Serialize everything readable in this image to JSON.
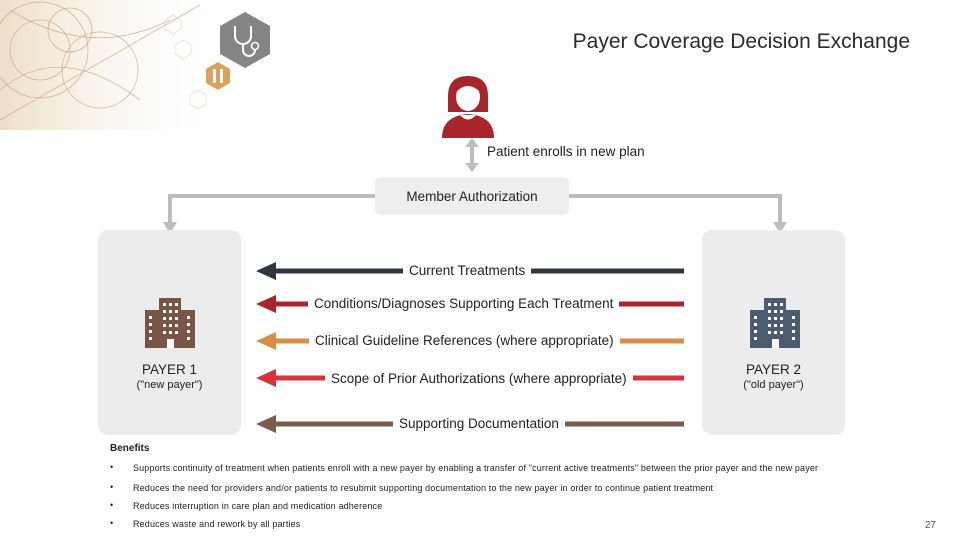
{
  "title": "Payer Coverage Decision Exchange",
  "patient": {
    "enroll_label": "Patient enrolls in new plan"
  },
  "authorization": {
    "label": "Member Authorization"
  },
  "payer1": {
    "name": "PAYER 1",
    "subtitle": "(\"new payer\")"
  },
  "payer2": {
    "name": "PAYER 2",
    "subtitle": "(\"old payer\")"
  },
  "flows": [
    {
      "label": "Current Treatments",
      "color": "#2e3740"
    },
    {
      "label": "Conditions/Diagnoses Supporting Each Treatment",
      "color": "#a8252c"
    },
    {
      "label": "Clinical Guideline References (where appropriate)",
      "color": "#d98e48"
    },
    {
      "label": "Scope of Prior Authorizations (where appropriate)",
      "color": "#d8323a"
    },
    {
      "label": "Supporting Documentation",
      "color": "#7a5c4e"
    }
  ],
  "benefits": {
    "title": "Benefits",
    "bullet_symbol": "•",
    "items": [
      "Supports continuity of treatment when patients enroll with a new payer by enabling a transfer of \"current active treatments\" between the prior payer and the new payer",
      "Reduces the need for providers and/or patients to resubmit supporting documentation to the new payer in order to continue patient treatment",
      "Reduces interruption in care plan and medication adherence",
      "Reduces waste and rework by all parties"
    ]
  },
  "page_number": "27",
  "colors": {
    "patient_icon": "#a8252c",
    "payer1_building": "#7a5545",
    "payer2_building": "#4b5c72",
    "connector": "#bdbdbd",
    "panel": "#ececec"
  }
}
